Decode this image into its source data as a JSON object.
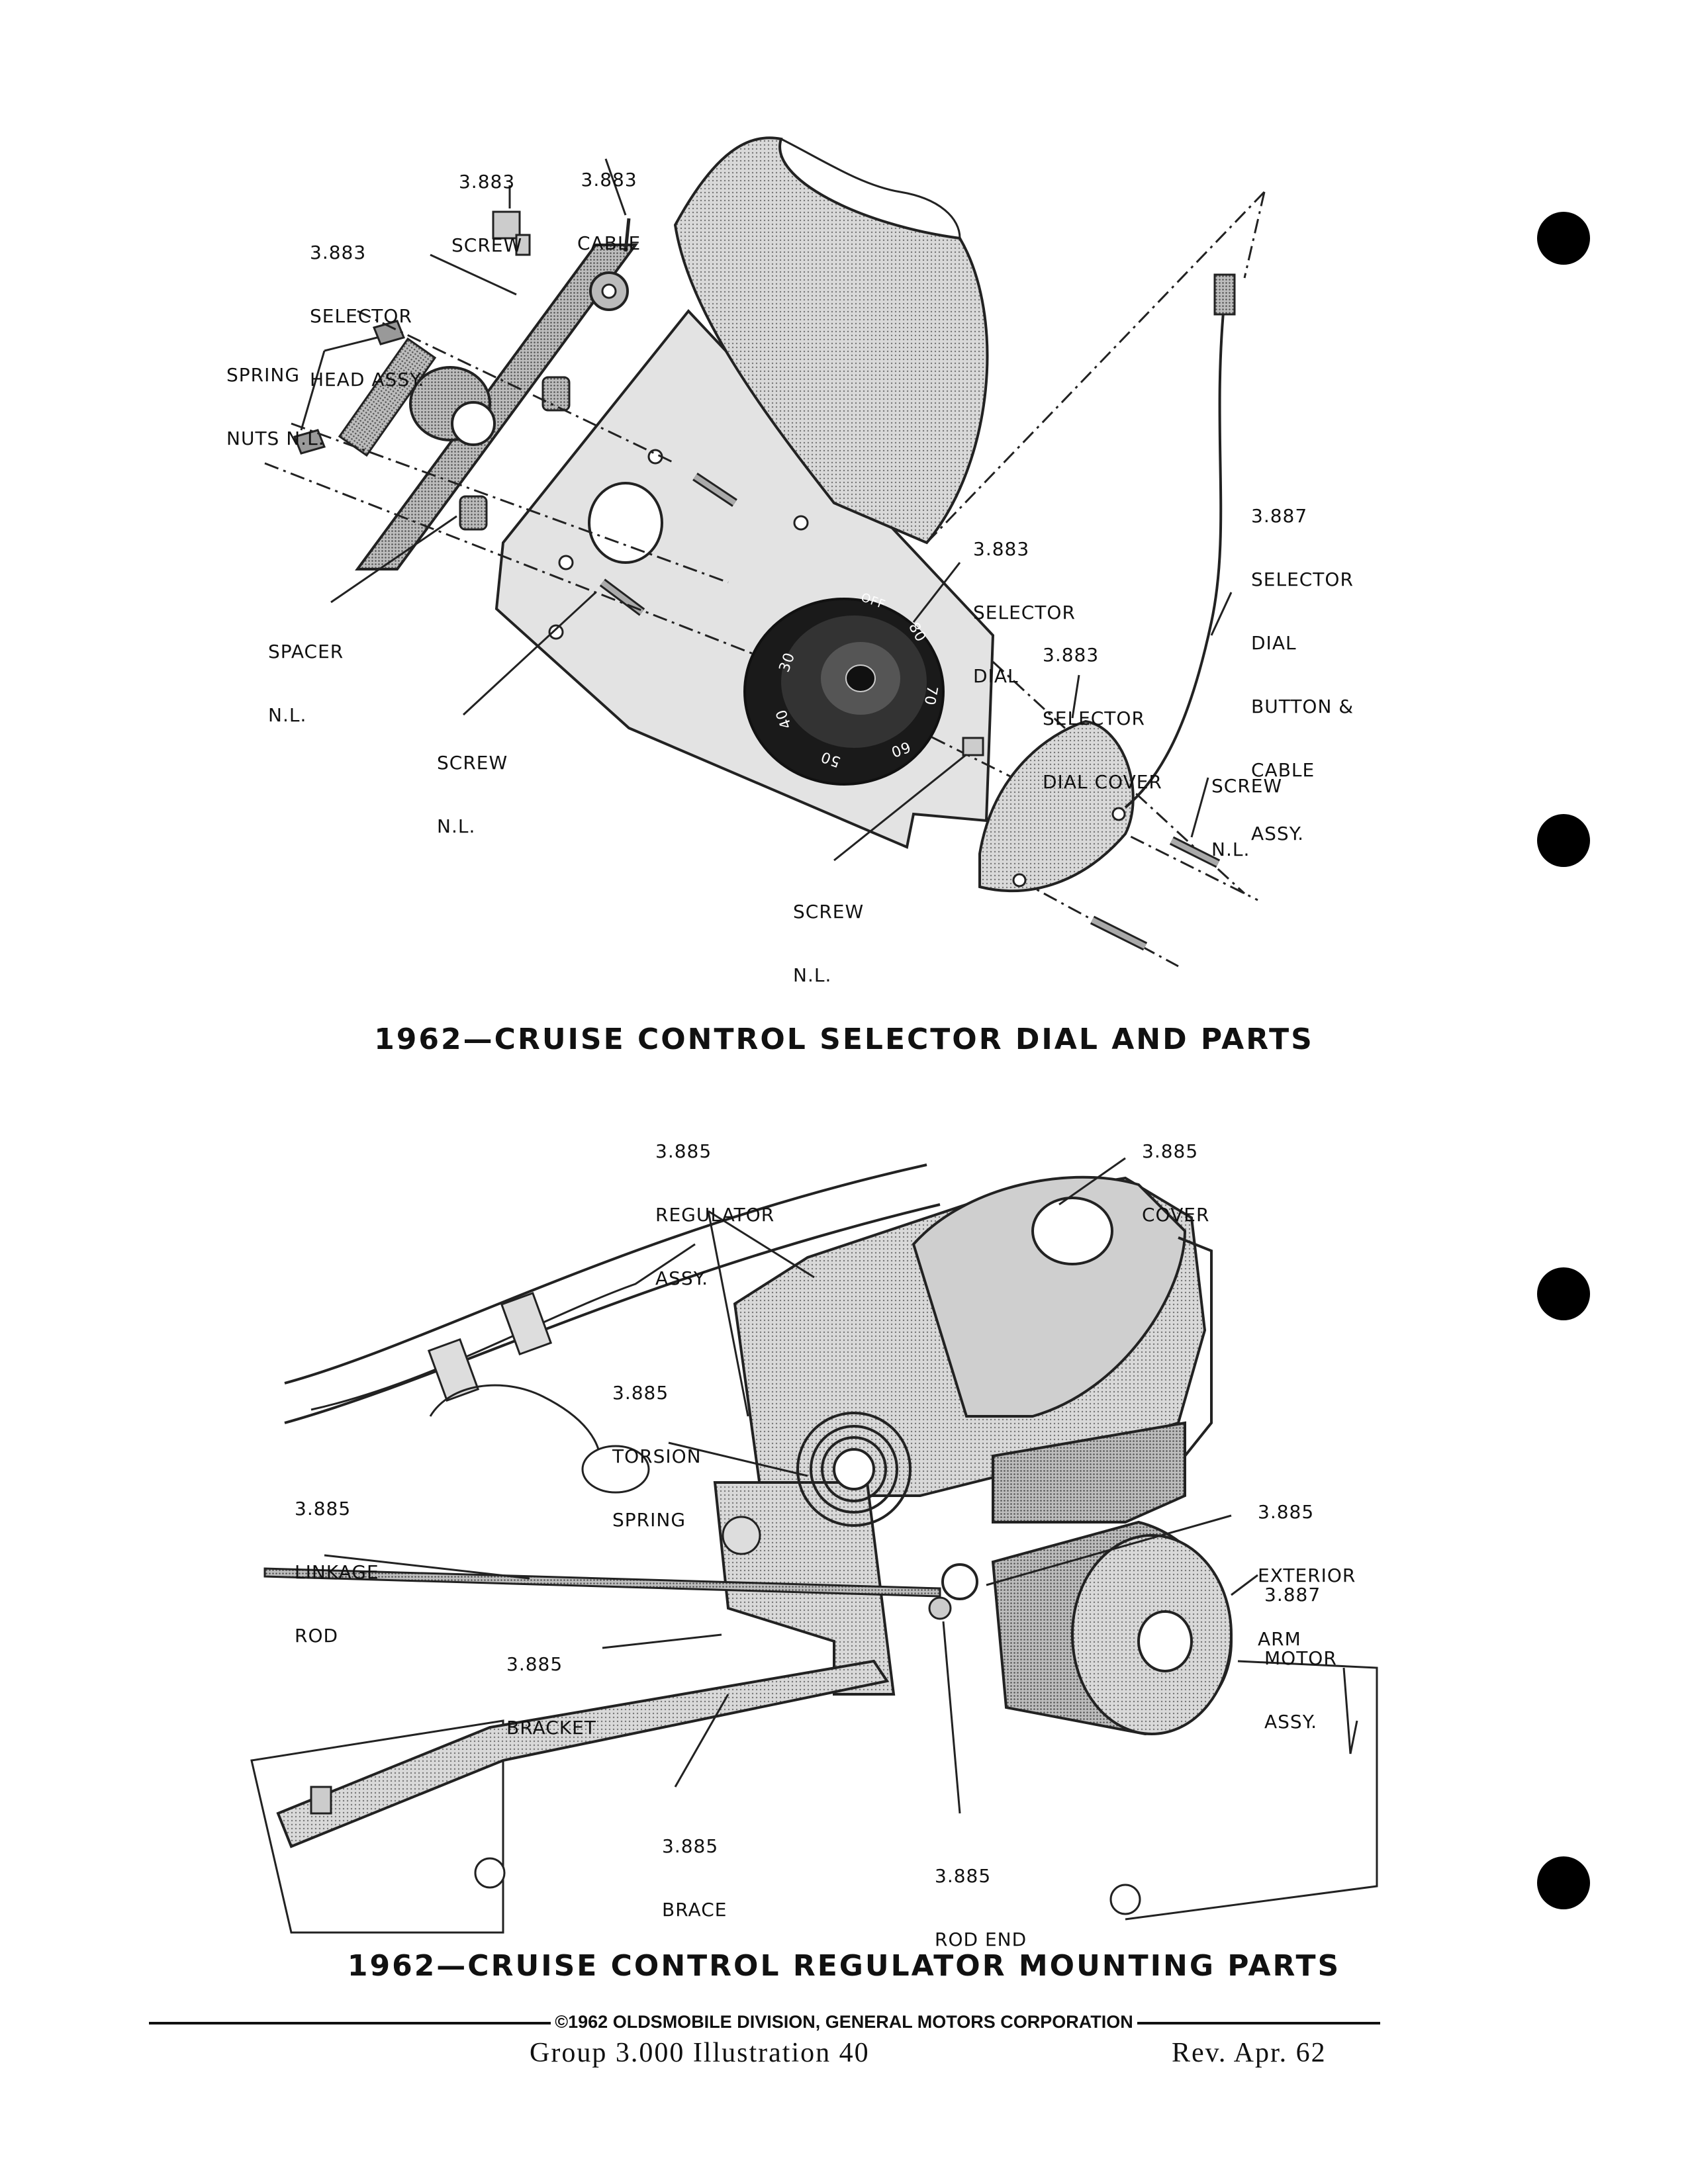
{
  "top_diagram": {
    "caption": "1962—CRUISE CONTROL SELECTOR DIAL AND PARTS",
    "labels": {
      "screw": [
        "3.883",
        "SCREW"
      ],
      "cable": [
        "3.883",
        "CABLE"
      ],
      "head_assy": [
        "3.883",
        "SELECTOR",
        "HEAD ASSY."
      ],
      "spring_nuts": [
        "SPRING",
        "NUTS N.L."
      ],
      "spacer": [
        "SPACER",
        "N.L."
      ],
      "screw_nl_1": [
        "SCREW",
        "N.L."
      ],
      "screw_nl_2": [
        "SCREW",
        "N.L."
      ],
      "screw_nl_3": [
        "SCREW",
        "N.L."
      ],
      "selector_dial": [
        "3.883",
        "SELECTOR",
        "DIAL"
      ],
      "dial_cover": [
        "3.883",
        "SELECTOR",
        "DIAL COVER"
      ],
      "button_cable": [
        "3.887",
        "SELECTOR",
        "DIAL",
        "BUTTON &",
        "CABLE",
        "ASSY."
      ]
    },
    "dial_markings": [
      "OFF",
      "80",
      "70",
      "60",
      "50",
      "40",
      "30"
    ]
  },
  "bottom_diagram": {
    "caption": "1962—CRUISE CONTROL REGULATOR MOUNTING PARTS",
    "labels": {
      "regulator": [
        "3.885",
        "REGULATOR",
        "ASSY."
      ],
      "cover": [
        "3.885",
        "COVER"
      ],
      "torsion_spring": [
        "3.885",
        "TORSION",
        "SPRING"
      ],
      "linkage_rod": [
        "3.885",
        "LINKAGE",
        "ROD"
      ],
      "exterior_arm": [
        "3.885",
        "EXTERIOR",
        "ARM"
      ],
      "motor": [
        "3.887",
        "MOTOR",
        "ASSY."
      ],
      "bracket": [
        "3.885",
        "BRACKET"
      ],
      "brace": [
        "3.885",
        "BRACE"
      ],
      "rod_end": [
        "3.885",
        "ROD END"
      ]
    }
  },
  "footer": {
    "copyright": "©1962 OLDSMOBILE DIVISION, GENERAL MOTORS CORPORATION",
    "group": "Group  3.000  Illustration 40",
    "revision": "Rev. Apr. 62"
  }
}
